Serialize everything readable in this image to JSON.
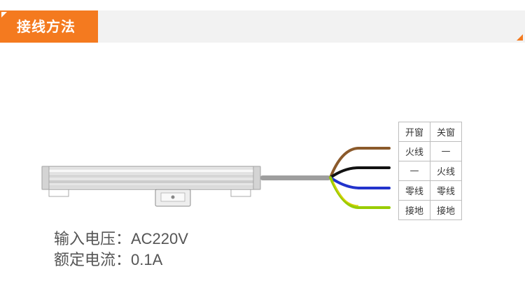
{
  "header": {
    "title": "接线方法",
    "accent_color": "#f47a1f"
  },
  "wiring_table": {
    "header": [
      "开窗",
      "关窗"
    ],
    "rows": [
      [
        "火线",
        "—"
      ],
      [
        "—",
        "火线"
      ],
      [
        "零线",
        "零线"
      ],
      [
        "接地",
        "接地"
      ]
    ]
  },
  "wires": [
    {
      "color": "#8b5a2b",
      "label_row": 0
    },
    {
      "color": "#111111",
      "label_row": 1
    },
    {
      "color": "#2233cc",
      "label_row": 2
    },
    {
      "color": "#99cc00",
      "label_row": 3
    }
  ],
  "specs": {
    "voltage": "输入电压：AC220V",
    "current": "额定电流：0.1A"
  }
}
